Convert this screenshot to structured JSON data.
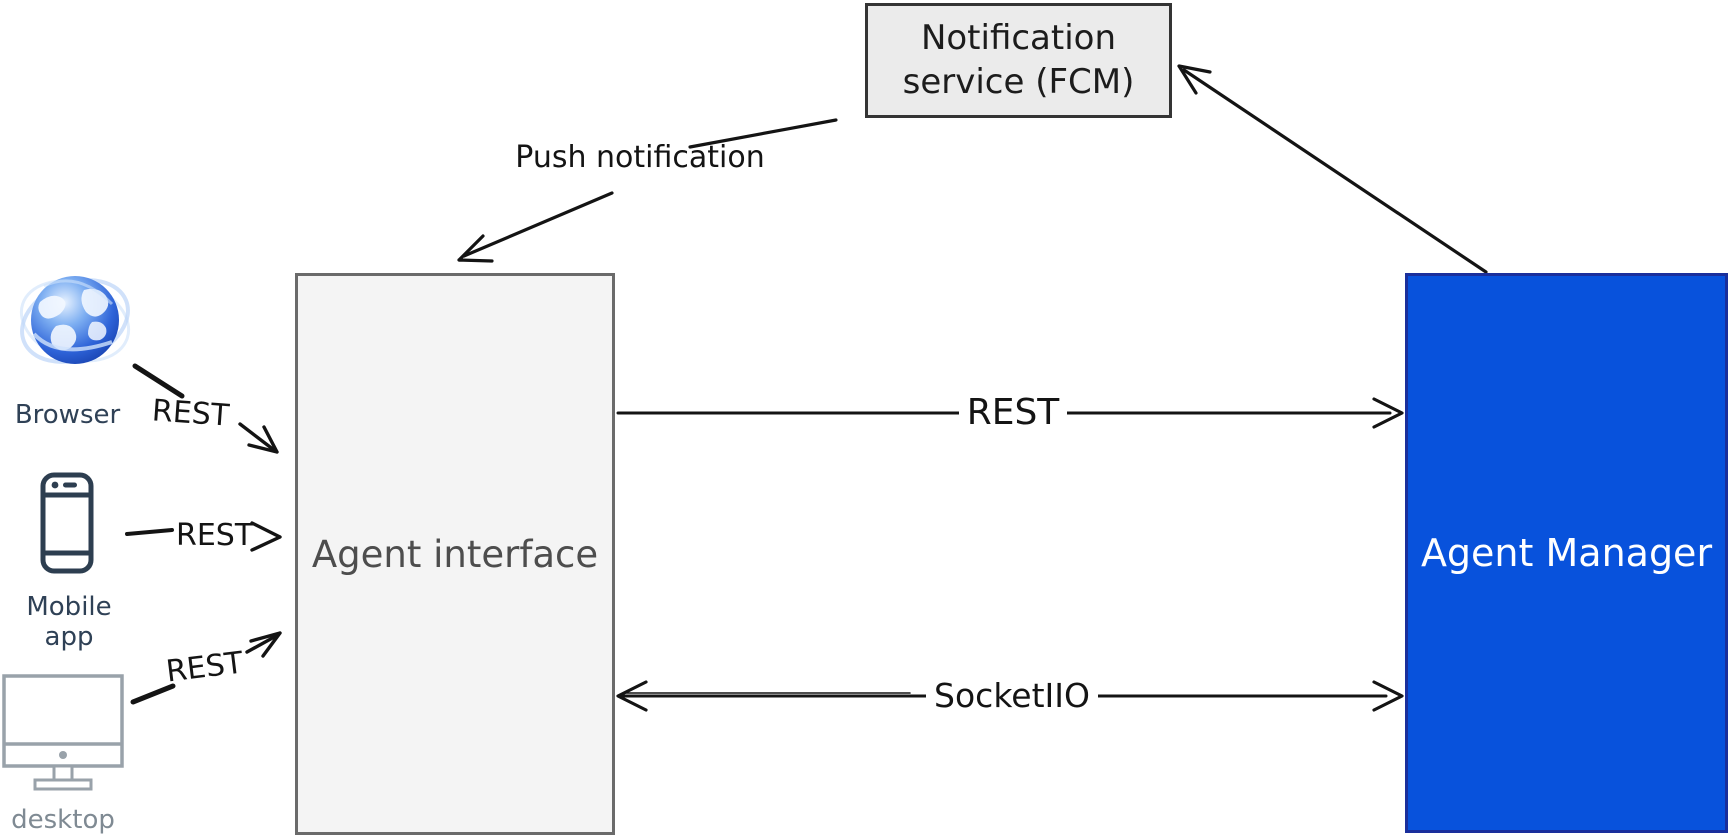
{
  "nodes": {
    "notification": {
      "line1": "Notification",
      "line2": "service (FCM)",
      "fill": "#ebebeb",
      "border_color": "#343434"
    },
    "agent_interface": {
      "label": "Agent interface",
      "fill": "#f4f4f4",
      "border_color": "#6a6a6a"
    },
    "agent_manager": {
      "label": "Agent Manager",
      "fill": "#0852dc",
      "border_color": "#1a2f9c",
      "text_color": "#ffffff"
    }
  },
  "clients": [
    {
      "label": "Browser",
      "icon": "globe-icon",
      "label_color": "#2f4156"
    },
    {
      "label": "Mobile app",
      "icon": "smartphone-icon",
      "label_color": "#2f4156"
    },
    {
      "label": "desktop",
      "icon": "monitor-icon",
      "label_color": "#7f8a93"
    }
  ],
  "edges": {
    "push": {
      "label": "Push notification",
      "from": "notification-service",
      "to": "agent-interface"
    },
    "manager_to_fcm": {
      "label": "",
      "from": "agent-manager",
      "to": "notification-service"
    },
    "rest_main": {
      "label": "REST",
      "from": "agent-interface",
      "to": "agent-manager"
    },
    "socket": {
      "label": "SocketIIO",
      "from": "agent-manager",
      "to": "agent-interface",
      "bidirectional": true
    },
    "browser_rest": {
      "label": "REST",
      "from": "browser",
      "to": "agent-interface"
    },
    "mobile_rest": {
      "label": "REST",
      "from": "mobile-app",
      "to": "agent-interface"
    },
    "desktop_rest": {
      "label": "REST",
      "from": "desktop",
      "to": "agent-interface"
    },
    "stroke_color": "#141414"
  }
}
